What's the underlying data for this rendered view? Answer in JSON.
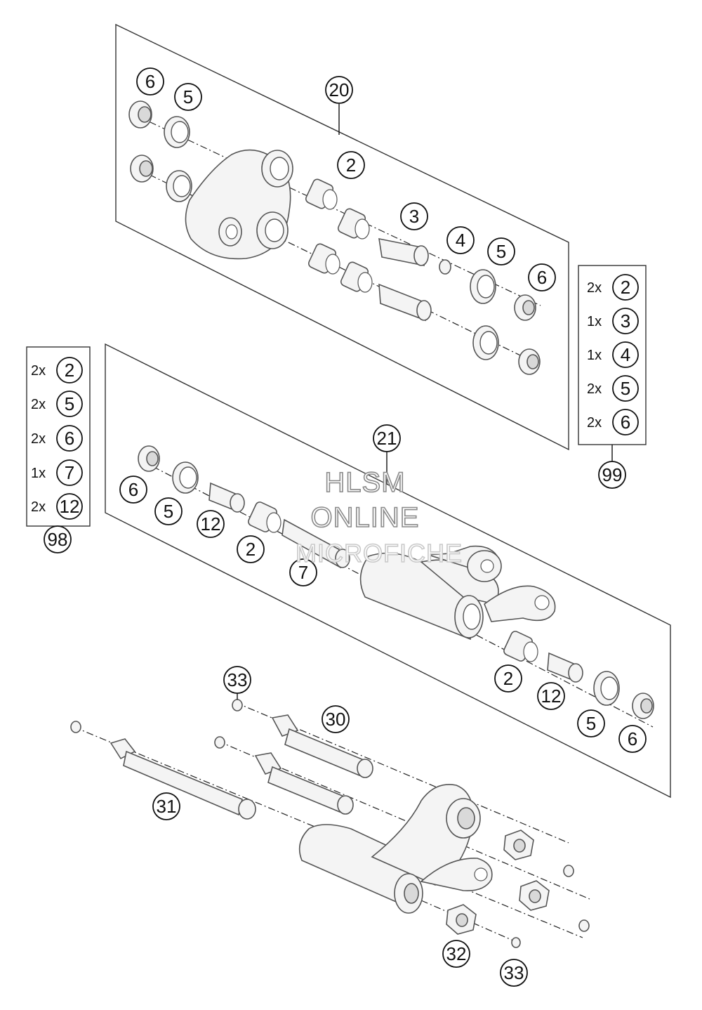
{
  "callouts": {
    "c20": "20",
    "c21": "21",
    "c99": "99",
    "c98": "98",
    "c30": "30",
    "c31": "31",
    "c32": "32",
    "c33a": "33",
    "c33b": "33",
    "g1_6a": "6",
    "g1_5a": "5",
    "g1_2": "2",
    "g1_3": "3",
    "g1_4": "4",
    "g1_5b": "5",
    "g1_6b": "6",
    "g2_6": "6",
    "g2_5": "5",
    "g2_12a": "12",
    "g2_2a": "2",
    "g2_7": "7",
    "g2_2b": "2",
    "g2_12b": "12",
    "g2_5b": "5",
    "g2_6b": "6"
  },
  "kit99": {
    "rows": [
      {
        "qty": "2x",
        "part": "2"
      },
      {
        "qty": "1x",
        "part": "3"
      },
      {
        "qty": "1x",
        "part": "4"
      },
      {
        "qty": "2x",
        "part": "5"
      },
      {
        "qty": "2x",
        "part": "6"
      }
    ]
  },
  "kit98": {
    "rows": [
      {
        "qty": "2x",
        "part": "2"
      },
      {
        "qty": "2x",
        "part": "5"
      },
      {
        "qty": "2x",
        "part": "6"
      },
      {
        "qty": "1x",
        "part": "7"
      },
      {
        "qty": "2x",
        "part": "12"
      }
    ]
  },
  "watermark": {
    "line1": "HLSM",
    "line2": "ONLINE",
    "line3": "MICROFICHE"
  }
}
